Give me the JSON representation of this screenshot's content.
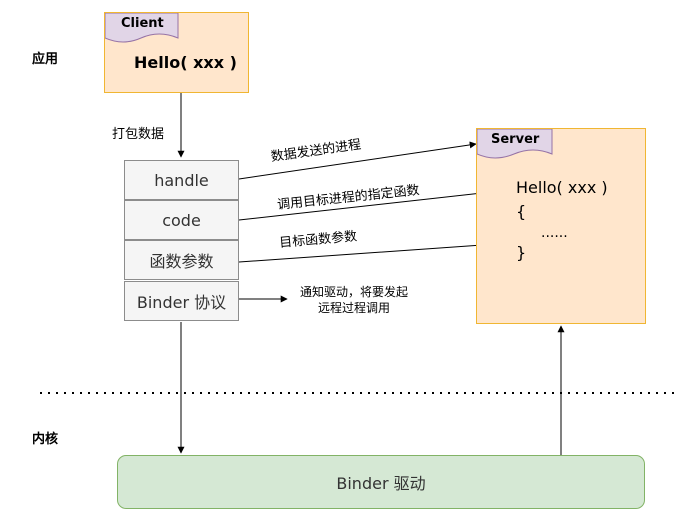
{
  "layers": {
    "app": "应用",
    "kernel": "内核"
  },
  "client": {
    "tab": "Client",
    "call": "Hello( xxx )"
  },
  "pack_label": "打包数据",
  "stack": {
    "handle": "handle",
    "code": "code",
    "args": "函数参数",
    "protocol": "Binder 协议"
  },
  "edges": {
    "send_data": "数据发送的进程",
    "call_target": "调用目标进程的指定函数",
    "target_args": "目标函数参数",
    "notify_line1": "通知驱动，将要发起",
    "notify_line2": "远程过程调用"
  },
  "server": {
    "tab": "Server",
    "func": "Hello( xxx )",
    "open_brace": "{",
    "body": "......",
    "close_brace": "}"
  },
  "driver": "Binder 驱动",
  "colors": {
    "orange_fill": "#ffe6cc",
    "orange_border": "#f0b632",
    "tab_fill": "#e1d5e7",
    "tab_border": "#9673a6",
    "green_fill": "#d5e8d4",
    "green_border": "#82b366",
    "cell_fill": "#f5f5f5"
  }
}
